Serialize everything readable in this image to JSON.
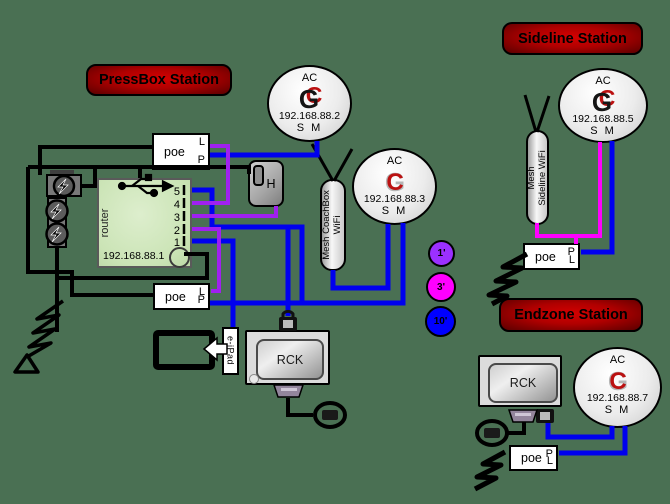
{
  "background_color": "#4a7053",
  "colors": {
    "ethernet_blue": "#0000ee",
    "usb_purple": "#a020f0",
    "mesh_magenta": "#ff00ff",
    "power_black": "#000000",
    "station_red": "#b00000",
    "logo_red": "#bb1111",
    "logo_dark": "#151515",
    "logo_gray": "#b5b5b5"
  },
  "stations": {
    "pressbox": {
      "label": "PressBox Station"
    },
    "sideline": {
      "label": "Sideline Station"
    },
    "endzone": {
      "label": "Endzone Station"
    }
  },
  "router": {
    "label": "router",
    "ip": "192.168.88.1",
    "ports": [
      "5",
      "4",
      "3",
      "2",
      "1"
    ]
  },
  "poe": {
    "pressbox_top": {
      "label": "poe",
      "port_top": "L",
      "port_bottom": "P"
    },
    "pressbox_bottom": {
      "label": "poe",
      "port_top": "L",
      "port_bottom": "P"
    },
    "sideline": {
      "label": "poe",
      "port_top": "P",
      "port_bottom": "L"
    },
    "endzone": {
      "label": "poe",
      "port_top": "P",
      "port_bottom": "L"
    }
  },
  "access_points": {
    "ap2": {
      "type": "AC",
      "ip": "192.168.88.2",
      "ports": "S M"
    },
    "ap3": {
      "type": "AC",
      "ip": "192.168.88.3",
      "ports": "S M"
    },
    "ap5": {
      "type": "AC",
      "ip": "192.168.88.5",
      "ports": "S M"
    },
    "ap7": {
      "type": "AC",
      "ip": "192.168.88.7",
      "ports": "S M"
    }
  },
  "mesh": {
    "coachbox": {
      "line1": "Mesh CoachBox",
      "line2": "WiFi"
    },
    "sideline": {
      "line1": "Mesh",
      "line2": "Sideline  WiFi"
    }
  },
  "devices": {
    "usb_drive": {
      "label": "H"
    },
    "rck_pressbox": {
      "label": "RCK"
    },
    "rck_endzone": {
      "label": "RCK"
    },
    "epad": {
      "label": "e-iPad"
    }
  },
  "distance_markers": [
    {
      "label": "1'",
      "color": "#9b30ff"
    },
    {
      "label": "3'",
      "color": "#ff00ff"
    },
    {
      "label": "10'",
      "color": "#0000ff"
    }
  ]
}
